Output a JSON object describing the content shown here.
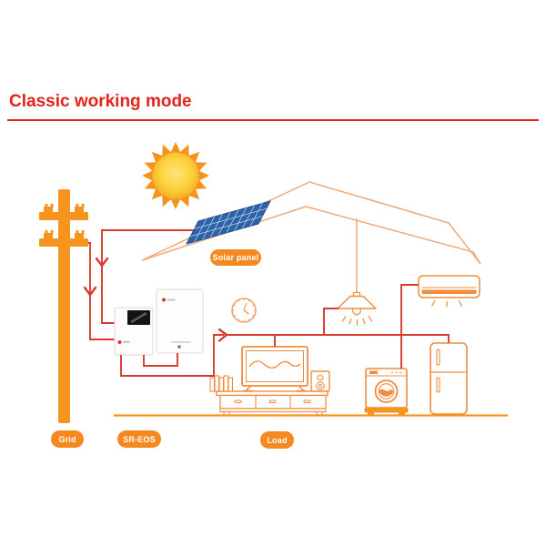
{
  "page": {
    "title": "Classic working mode"
  },
  "badges": {
    "solar_panel": "Solar panel",
    "grid": "Grid",
    "inverter_battery": "SR-EOS",
    "load": "Load"
  },
  "colors": {
    "title_red": "#e2231a",
    "wire_red": "#d93a30",
    "badge_orange": "#f5891f",
    "appliance_outline": "#ef8c3f",
    "roof_outline": "#f2a876",
    "pole_orange": "#f5941f",
    "panel_blue": "#2d63aa",
    "sun_core": "#ffd95e",
    "sun_ray": "#f5921e"
  },
  "components": [
    "sun",
    "house-roof",
    "solar-panel",
    "utility-pole",
    "hybrid-inverter",
    "battery",
    "wall-clock",
    "pendant-lamp",
    "air-conditioner",
    "tv",
    "tv-cabinet",
    "books",
    "speaker",
    "washing-machine",
    "refrigerator"
  ]
}
